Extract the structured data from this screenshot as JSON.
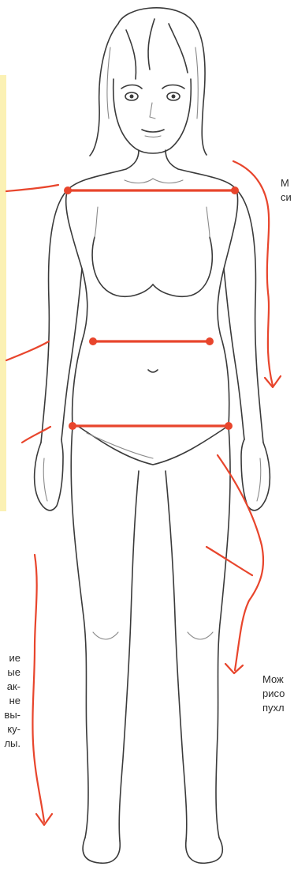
{
  "annotations": {
    "top_right": "М\nси",
    "bottom_right": "Мож\nрисо\nпухл",
    "bottom_left": "ие\nые\nак-\nне\nвы-\nку-\nлы."
  },
  "colors": {
    "accent_red": "#e8452c",
    "note_box": "#fbf1b4",
    "sketch": "#3a3a3a"
  },
  "figure": {
    "subject": "standing-female-figure-sketch",
    "measure_lines": [
      "shoulders",
      "waist",
      "hips"
    ]
  }
}
